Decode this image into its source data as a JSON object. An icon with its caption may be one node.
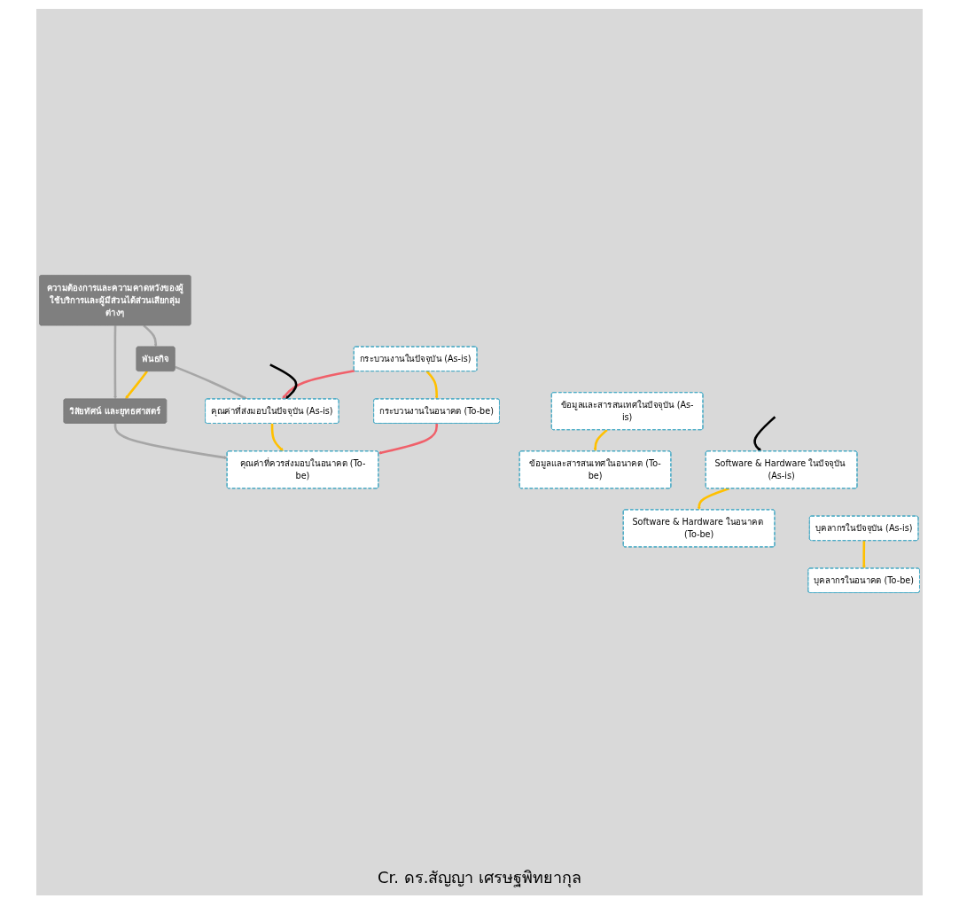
{
  "diagram": {
    "caption": "Cr. ดร.สัญญา เศรษฐพิทยากุล",
    "nodes": [
      {
        "text": [
          "ความต้องการและความคาดหวังของผู้ใช้บริการและผู้มีส่วนได้ส่วนเสียกลุ่มต่างๆ"
        ]
      },
      {
        "text": [
          "พันธกิจ"
        ]
      },
      {
        "text": [
          "วิสัยทัศน์ และยุทธศาสตร์"
        ]
      },
      {
        "text": [
          "คุณค่าที่ส่งมอบในปัจจุบัน (As-is)"
        ]
      },
      {
        "text": [
          "คุณค่าที่ควรส่งมอบในอนาคต (To-be)"
        ]
      },
      {
        "text": [
          "กระบวนงานในปัจจุบัน (As-is)"
        ]
      },
      {
        "text": [
          "กระบวนงานในอนาคต (To-be)"
        ]
      },
      {
        "text": [
          "ข้อมูลและสารสนเทศในปัจจุบัน (As-is)"
        ]
      },
      {
        "text": [
          "ข้อมูลและสารสนเทศในอนาคต (To-be)"
        ]
      },
      {
        "text": [
          "Software & Hardware ในปัจจุบัน (As-is)"
        ]
      },
      {
        "text": [
          "Software & Hardware ในอนาคต (To-be)"
        ]
      },
      {
        "text": [
          "บุคลากรในปัจจุบัน (As-is)"
        ]
      },
      {
        "text": [
          "บุคลากรในอนาคต (To-be)"
        ]
      }
    ],
    "edges": [
      {
        "from": 0,
        "to": 1,
        "arrow": "to",
        "color": "#a6a6a6"
      },
      {
        "from": 0,
        "to": 2,
        "arrow": "to",
        "color": "#a6a6a6"
      },
      {
        "from": 1,
        "to": 2,
        "arrow": "to"
      },
      {
        "from": 1,
        "to": 3,
        "arrow": "to",
        "color": "#a6a6a6"
      },
      {
        "from": 2,
        "to": 4,
        "arrow": "to",
        "color": "#a6a6a6"
      },
      {
        "from": 3,
        "to": 4,
        "arrow": "to"
      },
      {
        "from": 5,
        "to": 3,
        "arrow": "to",
        "color": "#f0606a"
      },
      {
        "from": 6,
        "to": 4,
        "arrow": "to",
        "color": "#f0606a"
      },
      {
        "from": 5,
        "to": 6,
        "arrow": "to"
      },
      {
        "from": 7,
        "to": 8,
        "arrow": "to"
      },
      {
        "from": 9,
        "to": 10,
        "arrow": "to"
      },
      {
        "from": 11,
        "to": 12,
        "arrow": "to"
      },
      {
        "from": null,
        "to": 3,
        "arrow": "to",
        "color": "#000000"
      },
      {
        "from": null,
        "to": 9,
        "arrow": "to",
        "color": "#000000"
      }
    ]
  }
}
